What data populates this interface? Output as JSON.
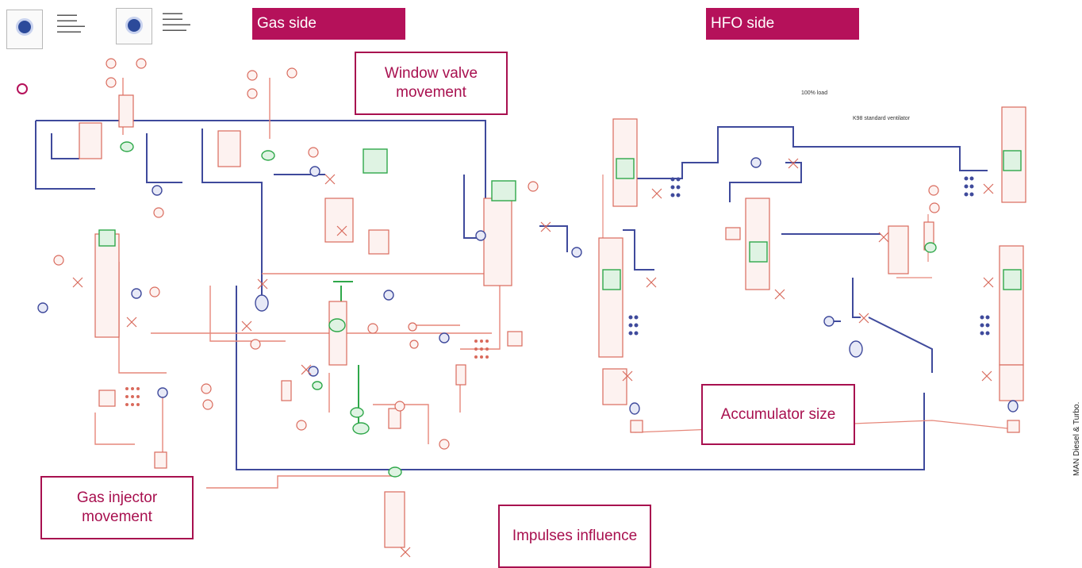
{
  "banners": {
    "gas_side": "Gas side",
    "hfo_side": "HFO side"
  },
  "callouts": {
    "window_valve": "Window valve movement",
    "accumulator": "Accumulator size",
    "gas_injector": "Gas injector movement",
    "impulses": "Impulses influence"
  },
  "labels": {
    "load": "100% load",
    "standard_ventilator": "K98 standard ventilator"
  },
  "credit": "MAN Diesel & Turbo.",
  "colors": {
    "banner": "#b5115a",
    "callout_border": "#a8104f",
    "gas_pipe": "#e6877a",
    "hydraulic_pipe": "#3f4a9c",
    "valve_green": "#2fa84a",
    "component_red": "#d96a5c"
  },
  "icons": [
    "fluid-drop-icon",
    "gauge-icon"
  ]
}
